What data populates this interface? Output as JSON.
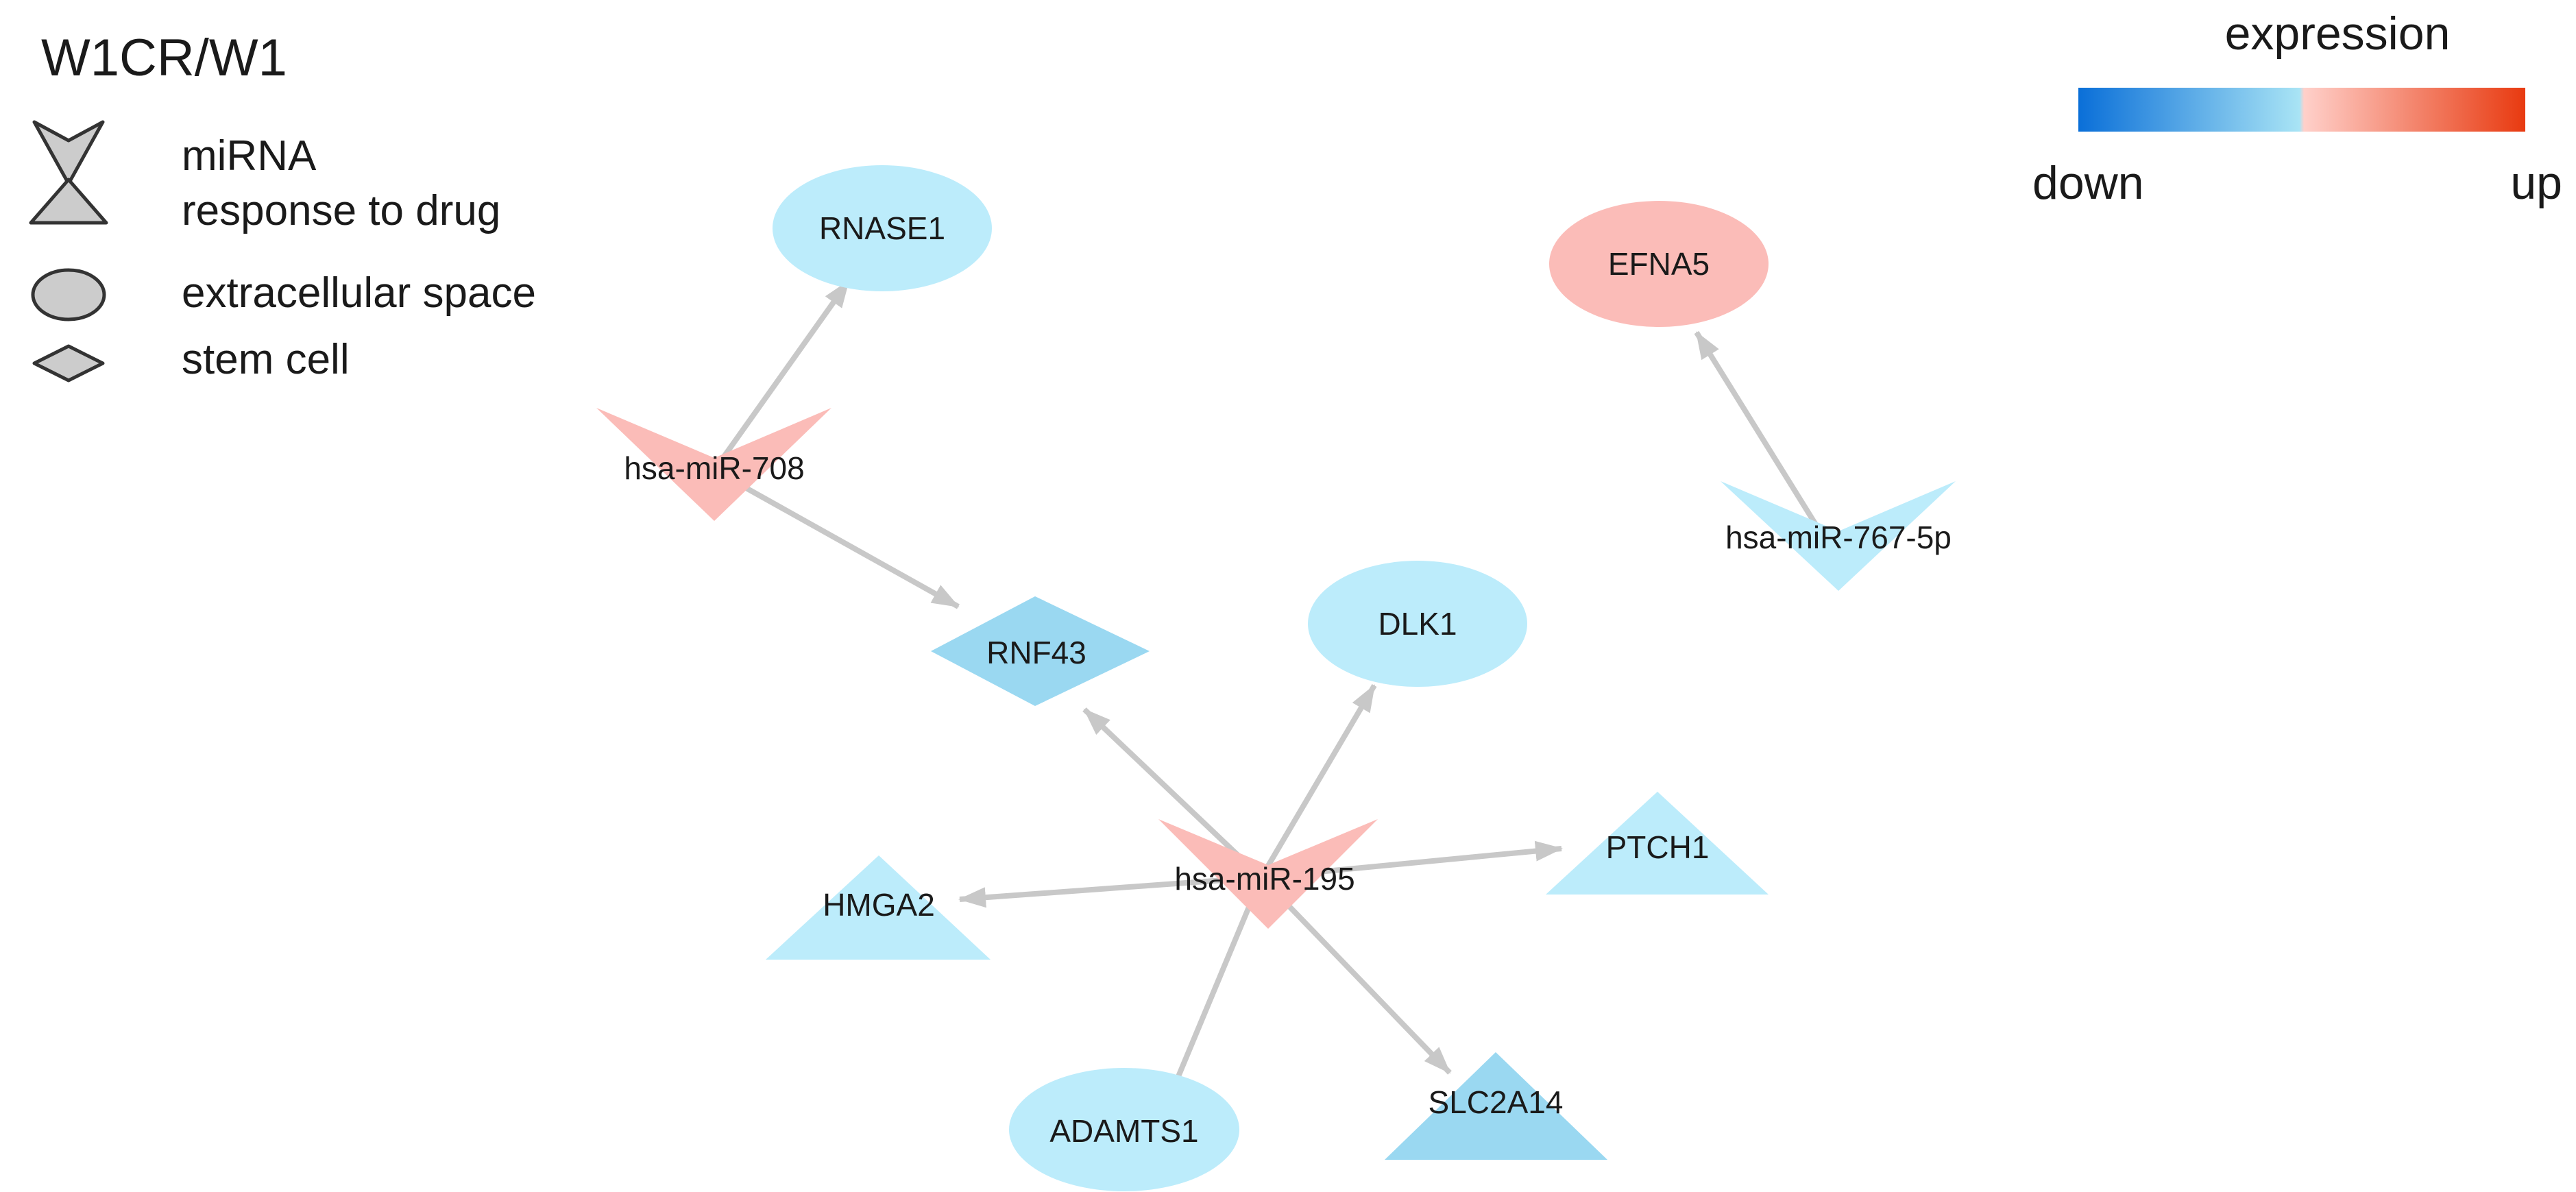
{
  "title": "W1CR/W1",
  "legend": {
    "shapes": [
      {
        "shape": "v-triangle",
        "label": "miRNA"
      },
      {
        "shape": "triangle",
        "label": "response to drug"
      },
      {
        "shape": "ellipse",
        "label": "extracellular space"
      },
      {
        "shape": "diamond",
        "label": "stem cell"
      }
    ],
    "colorbar": {
      "title": "expression",
      "low_label": "down",
      "high_label": "up",
      "colors": [
        "#0a6fd8",
        "#a9e4f5",
        "#ffd0ca",
        "#e83a10"
      ]
    }
  },
  "colors": {
    "up_fill": "#fbbcb8",
    "down_light_fill": "#bcecfb",
    "down_mid_fill": "#9ad8f1",
    "edge": "#c8c8c8",
    "legend_fill": "#cccccc",
    "legend_stroke": "#333333",
    "text": "#1a1a1a"
  },
  "nodes": [
    {
      "id": "hsa-miR-708",
      "label": "hsa-miR-708",
      "shape": "v-triangle",
      "expression": "up"
    },
    {
      "id": "hsa-miR-767-5p",
      "label": "hsa-miR-767-5p",
      "shape": "v-triangle",
      "expression": "down"
    },
    {
      "id": "hsa-miR-195",
      "label": "hsa-miR-195",
      "shape": "v-triangle",
      "expression": "up"
    },
    {
      "id": "RNASE1",
      "label": "RNASE1",
      "shape": "ellipse",
      "expression": "down"
    },
    {
      "id": "EFNA5",
      "label": "EFNA5",
      "shape": "ellipse",
      "expression": "up"
    },
    {
      "id": "RNF43",
      "label": "RNF43",
      "shape": "diamond",
      "expression": "down"
    },
    {
      "id": "DLK1",
      "label": "DLK1",
      "shape": "ellipse",
      "expression": "down"
    },
    {
      "id": "PTCH1",
      "label": "PTCH1",
      "shape": "triangle",
      "expression": "down"
    },
    {
      "id": "HMGA2",
      "label": "HMGA2",
      "shape": "triangle",
      "expression": "down"
    },
    {
      "id": "ADAMTS1",
      "label": "ADAMTS1",
      "shape": "ellipse",
      "expression": "down"
    },
    {
      "id": "SLC2A14",
      "label": "SLC2A14",
      "shape": "triangle",
      "expression": "down"
    }
  ],
  "edges": [
    {
      "source": "hsa-miR-708",
      "target": "RNASE1"
    },
    {
      "source": "hsa-miR-708",
      "target": "RNF43"
    },
    {
      "source": "hsa-miR-767-5p",
      "target": "EFNA5"
    },
    {
      "source": "hsa-miR-195",
      "target": "RNF43"
    },
    {
      "source": "hsa-miR-195",
      "target": "DLK1"
    },
    {
      "source": "hsa-miR-195",
      "target": "PTCH1"
    },
    {
      "source": "hsa-miR-195",
      "target": "HMGA2"
    },
    {
      "source": "hsa-miR-195",
      "target": "ADAMTS1"
    },
    {
      "source": "hsa-miR-195",
      "target": "SLC2A14"
    }
  ]
}
